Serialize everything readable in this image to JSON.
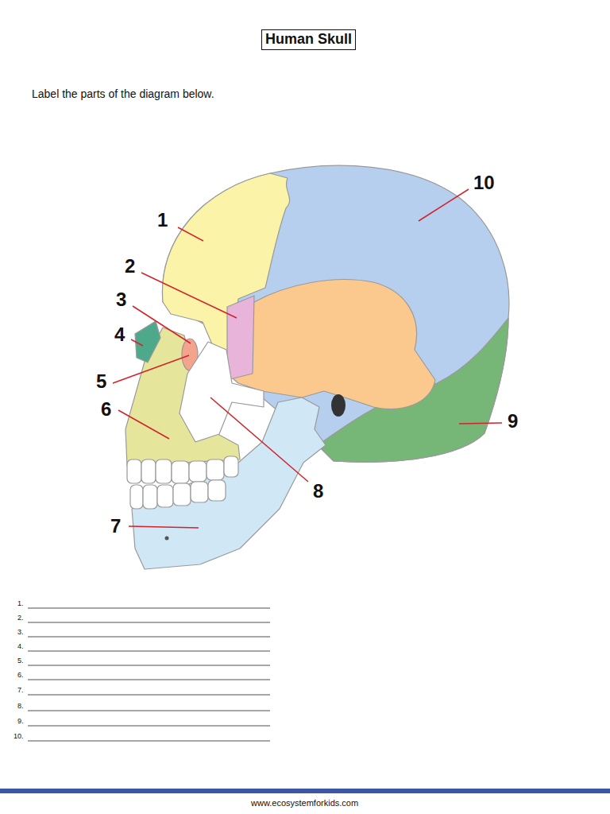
{
  "diagram": {
    "title": "Human Skull",
    "labels": [
      "Label the parts of the diagram below.",
      "1",
      "2",
      "3",
      "4",
      "5",
      "6",
      "7",
      "8",
      "9",
      "10",
      "1.",
      "2.",
      "3.",
      "4.",
      "5.",
      "6.",
      "7.",
      "8.",
      "9.",
      "10.",
      "www.ecosystemforkids.com"
    ]
  }
}
